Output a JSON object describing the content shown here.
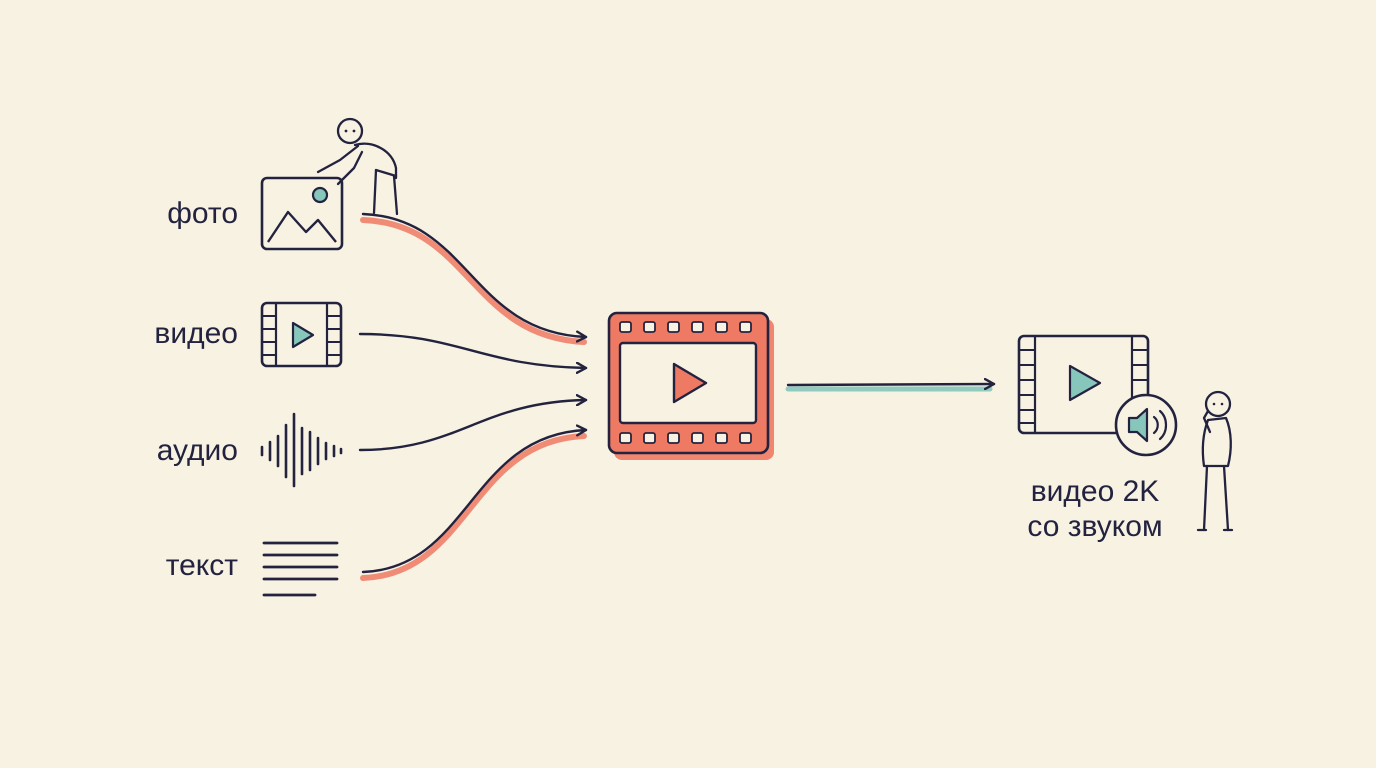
{
  "inputs": [
    {
      "label": "фото",
      "icon": "image-icon"
    },
    {
      "label": "видео",
      "icon": "video-icon"
    },
    {
      "label": "аудио",
      "icon": "audio-wave-icon"
    },
    {
      "label": "текст",
      "icon": "text-lines-icon"
    }
  ],
  "center": {
    "icon": "film-play-icon"
  },
  "output": {
    "label_line1": "видео 2K",
    "label_line2": "со звуком",
    "icon": "video-with-sound-icon"
  },
  "colors": {
    "background": "#f8f2e3",
    "ink": "#23233f",
    "accent": "#ee7a63",
    "teal": "#86c6bb"
  }
}
